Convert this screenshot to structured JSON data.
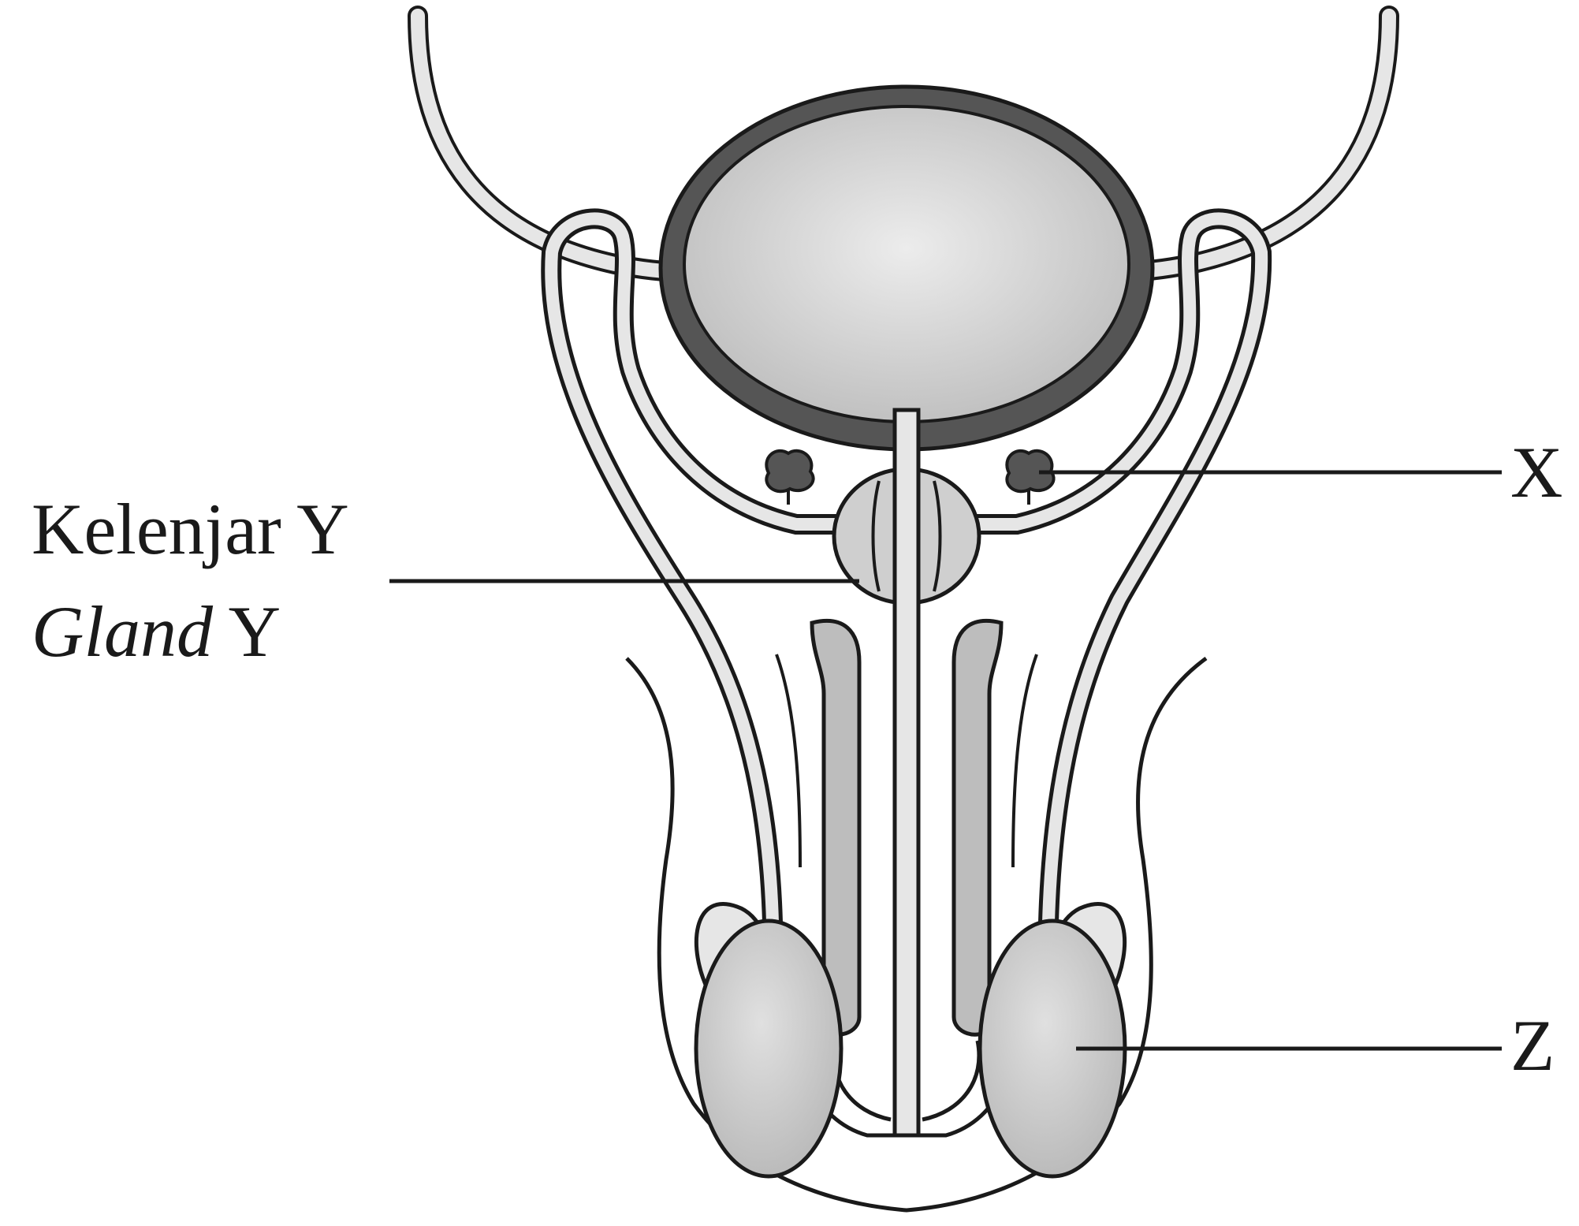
{
  "labels": {
    "x": "X",
    "z": "Z",
    "gland_y_malay": "Kelenjar Y",
    "gland_y_english_word": "Gland",
    "gland_y_letter": "Y"
  },
  "colors": {
    "stroke": "#1a1a1a",
    "bladder_wall": "#555555",
    "organ_fill": "#cfcfcf",
    "tube_fill": "#e6e6e6",
    "background": "#ffffff"
  }
}
